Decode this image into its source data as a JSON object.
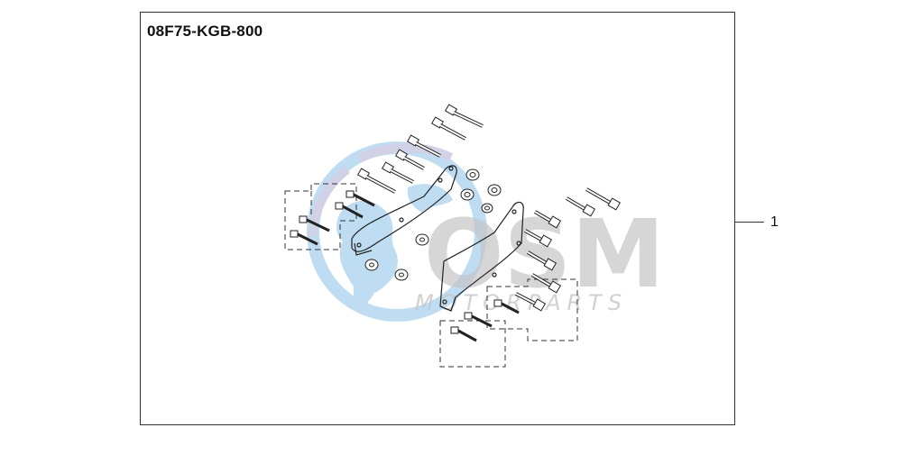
{
  "diagram": {
    "part_number": "08F75-KGB-800",
    "callout": "1",
    "watermark": {
      "logo_text": "OSM",
      "tagline": "MOTORPARTS",
      "globe_color": "#a9d1ee",
      "text_color": "#c6c6c6"
    }
  }
}
